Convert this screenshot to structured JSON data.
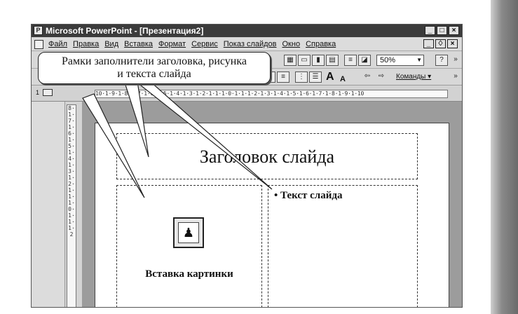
{
  "window": {
    "title": "Microsoft PowerPoint - [Презентация2]",
    "controls": [
      "_",
      "□",
      "×"
    ]
  },
  "menubar": {
    "items": [
      "Файл",
      "Правка",
      "Вид",
      "Вставка",
      "Формат",
      "Сервис",
      "Показ слайдов",
      "Окно",
      "Справка"
    ],
    "doc_controls": [
      "_",
      "♢",
      "×"
    ]
  },
  "toolbar": {
    "zoom": "50%",
    "help_icon": "?",
    "commands_label": "Команды ▾"
  },
  "ruler": {
    "slide_number": "1",
    "horizontal": "10·1·9·1·8·1·7·1·6·1·5·1·4·1·3·1·2·1·1·1·0·1·1·1·2·1·3·1·4·1·5·1·6·1·7·1·8·1·9·1·10",
    "vertical": "8·1·7·1·6·1·5·1·4·1·3·1·2·1·1·1·0·1·1·1·2"
  },
  "slide": {
    "title_placeholder": "Заголовок слайда",
    "text_placeholder": "Текст слайда",
    "bullet": "•",
    "picture_placeholder": "Вставка картинки",
    "picture_icon": "clipart-icon"
  },
  "callout": {
    "line1": "Рамки заполнители заголовка, рисунка",
    "line2": "и текста слайда"
  }
}
